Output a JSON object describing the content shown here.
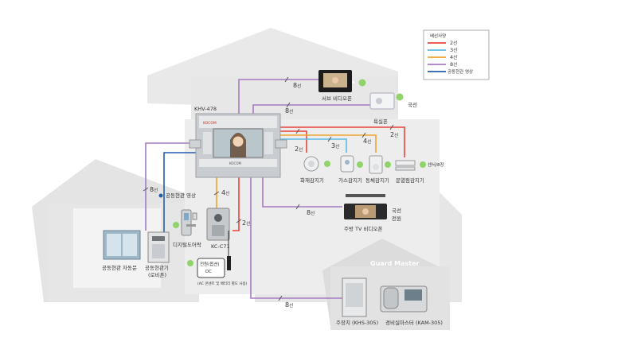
{
  "legend": {
    "title": "배선사양",
    "items": [
      {
        "color": "#e8453c",
        "main": "2",
        "suffix": "선"
      },
      {
        "color": "#5cb9e6",
        "main": "3",
        "suffix": "선"
      },
      {
        "color": "#f0a32e",
        "main": "4",
        "suffix": "선"
      },
      {
        "color": "#a57ac2",
        "main": "8",
        "suffix": "선"
      },
      {
        "color": "#1f5fa8",
        "main": "",
        "suffix": "공동현관 영상"
      }
    ]
  },
  "devices": {
    "main_model": "KHV-478",
    "main_brand": "KOCOM",
    "sub_video_phone": "서브 비디오폰",
    "bathroom_phone": "욕실폰",
    "bathroom_tag": "국선",
    "heat_sensor": "화재감지기",
    "gas_sensor": "가스감지기",
    "motion_sensor": "동체감지기",
    "door_sensor": "문열림감지기",
    "door_sensor_tag": "센서/8장",
    "kitchen_tv": "주방 TV 비디오폰",
    "kitchen_tag_1": "국선",
    "kitchen_tag_2": "전원",
    "digital_lock": "디지털도어락",
    "outdoor_camera": "KC-C71",
    "power_box_1": "전원(옵션)",
    "power_box_2": "DC",
    "power_note": "(AC 콘센트 및 배터리 별도 사용)",
    "lobby_door": "공동현관 자동문",
    "lobby_phone_1": "공동현관기",
    "lobby_phone_2": "(로비폰)",
    "lobby_video_label": "공동현관 영상",
    "guard_house": "Guard Master",
    "main_unit": "주장치 (KHS-305)",
    "guard_console": "경비실마스터 (KAM-305)"
  },
  "wires": {
    "w_sub": {
      "n": "8",
      "u": "선"
    },
    "w_bath": {
      "n": "8",
      "u": "선"
    },
    "w_heat": {
      "n": "2",
      "u": "선"
    },
    "w_gas": {
      "n": "3",
      "u": "선"
    },
    "w_motion": {
      "n": "4",
      "u": "선"
    },
    "w_door": {
      "n": "2",
      "u": "선"
    },
    "w_lobby": {
      "n": "8",
      "u": "선"
    },
    "w_cam": {
      "n": "4",
      "u": "선"
    },
    "w_lock": {
      "n": "2",
      "u": "선"
    },
    "w_kitchen": {
      "n": "8",
      "u": "선"
    },
    "w_guard": {
      "n": "8",
      "u": "선"
    }
  },
  "colors": {
    "two_wire": "#e8453c",
    "three_wire": "#5cb9e6",
    "four_wire": "#f0a32e",
    "eight_wire": "#a57ac2",
    "lobby_video": "#1f5fa8",
    "house": "#e4e4e4",
    "house_edge": "#cfcfcf"
  }
}
